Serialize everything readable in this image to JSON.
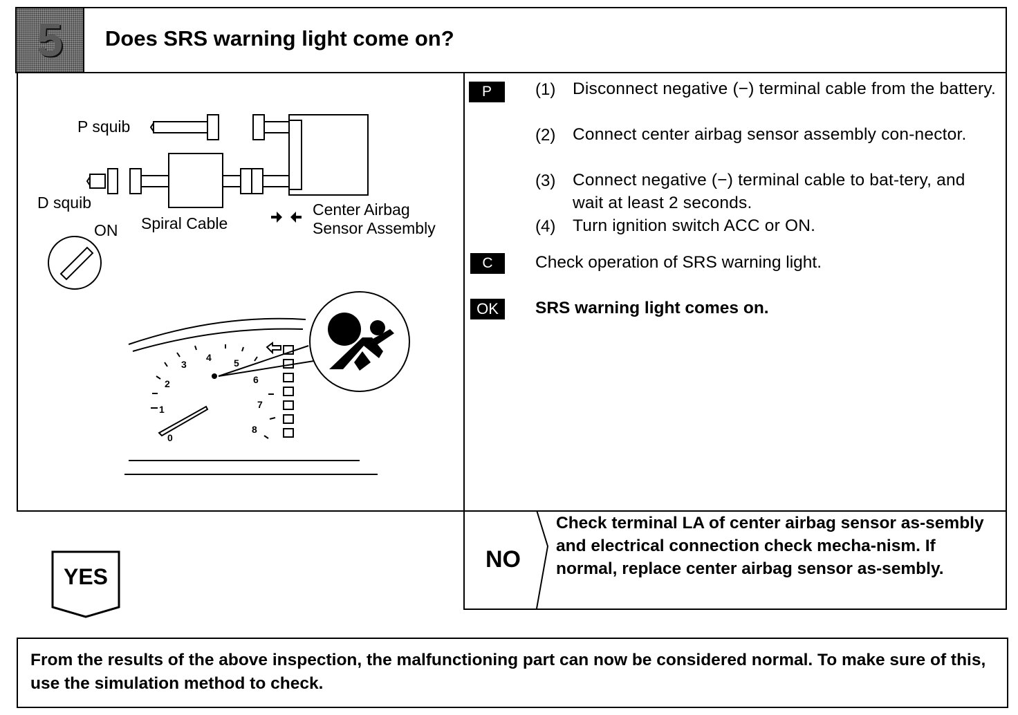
{
  "header": {
    "step_number": "5",
    "title": "Does SRS warning light come on?"
  },
  "diagram": {
    "labels": {
      "p_squib": "P squib",
      "d_squib": "D squib",
      "spiral_cable": "Spiral Cable",
      "center_airbag_line1": "Center Airbag",
      "center_airbag_line2": "Sensor Assembly",
      "on": "ON"
    },
    "gauge_numbers": [
      "0",
      "1",
      "2",
      "3",
      "4",
      "5",
      "6",
      "7",
      "8"
    ]
  },
  "procedure": {
    "prepare_tag": "P",
    "steps": [
      {
        "num": "(1)",
        "text": "Disconnect negative (−) terminal cable from the battery."
      },
      {
        "num": "(2)",
        "text": "Connect center airbag sensor assembly con-nector."
      },
      {
        "num": "(3)",
        "text": "Connect negative (−) terminal cable to bat-tery, and wait at least 2 seconds."
      },
      {
        "num": "(4)",
        "text": "Turn ignition switch ACC or ON."
      }
    ],
    "check_tag": "C",
    "check_text": "Check operation of SRS warning light.",
    "ok_tag": "OK",
    "ok_text": "SRS warning light comes on."
  },
  "no_result": {
    "label": "NO",
    "text": "Check terminal LA of center airbag sensor as-sembly and electrical connection check mecha-nism. If normal, replace center airbag sensor as-sembly."
  },
  "yes_result": {
    "label": "YES"
  },
  "footer": {
    "text": "From the results of the above inspection, the malfunctioning part can now be considered normal. To make sure of this, use the simulation method to check."
  }
}
